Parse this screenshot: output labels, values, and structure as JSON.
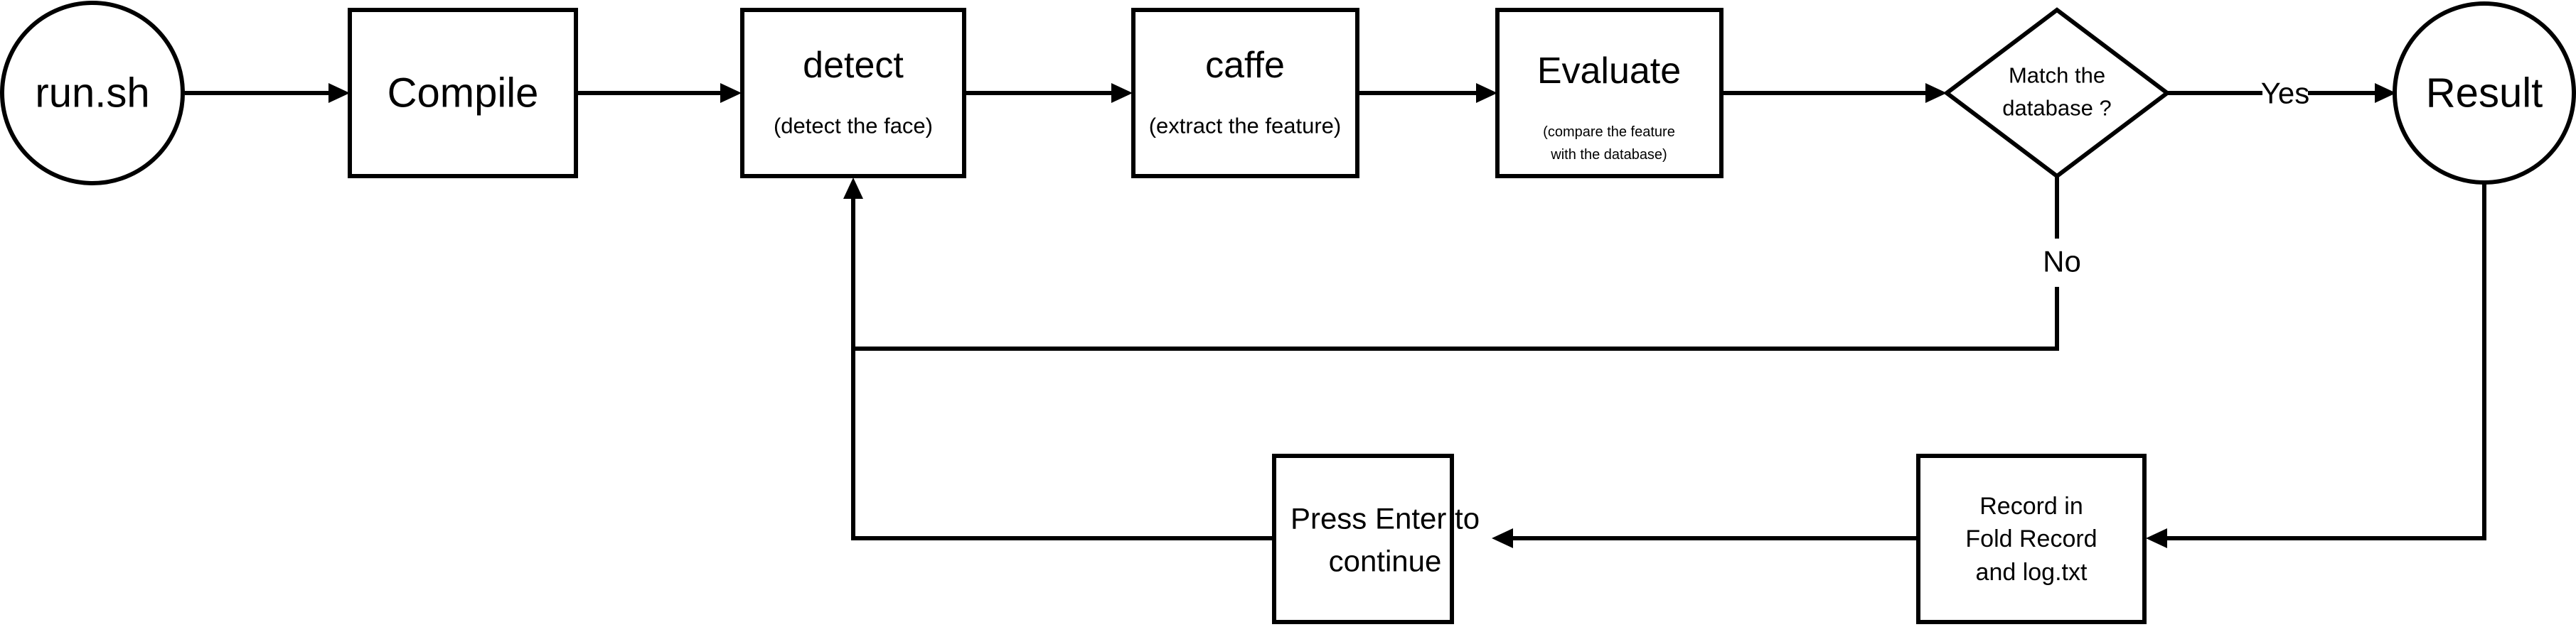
{
  "nodes": {
    "run": {
      "label": "run.sh"
    },
    "compile": {
      "label": "Compile"
    },
    "detect": {
      "label": "detect",
      "sublabel": "(detect the face)"
    },
    "caffe": {
      "label": "caffe",
      "sublabel": "(extract the feature)"
    },
    "evaluate": {
      "label": "Evaluate",
      "sublabel_line1": "(compare the feature",
      "sublabel_line2": "with the database)"
    },
    "match": {
      "label_line1": "Match the",
      "label_line2": "database ?"
    },
    "result": {
      "label": "Result"
    },
    "record": {
      "label_line1": "Record in",
      "label_line2": "Fold Record",
      "label_line3": "and log.txt"
    },
    "press": {
      "label_line1": "Press Enter to",
      "label_line2": "continue"
    }
  },
  "edges": {
    "yes_label": "Yes",
    "no_label": "No"
  },
  "colors": {
    "stroke": "#000000",
    "fill": "#ffffff"
  }
}
